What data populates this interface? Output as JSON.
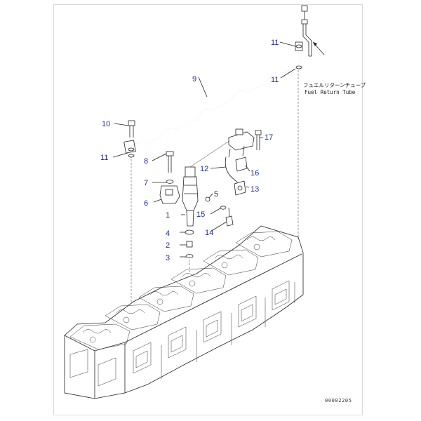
{
  "callouts": [
    {
      "id": "c1",
      "label": "1"
    },
    {
      "id": "c2",
      "label": "2"
    },
    {
      "id": "c3",
      "label": "3"
    },
    {
      "id": "c4",
      "label": "4"
    },
    {
      "id": "c5",
      "label": "5"
    },
    {
      "id": "c6",
      "label": "6"
    },
    {
      "id": "c7",
      "label": "7"
    },
    {
      "id": "c8",
      "label": "8"
    },
    {
      "id": "c9",
      "label": "9"
    },
    {
      "id": "c10",
      "label": "10"
    },
    {
      "id": "c11a",
      "label": "11"
    },
    {
      "id": "c11b",
      "label": "11"
    },
    {
      "id": "c11c",
      "label": "11"
    },
    {
      "id": "c12",
      "label": "12"
    },
    {
      "id": "c13",
      "label": "13"
    },
    {
      "id": "c14",
      "label": "14"
    },
    {
      "id": "c15",
      "label": "15"
    },
    {
      "id": "c16",
      "label": "16"
    },
    {
      "id": "c17",
      "label": "17"
    }
  ],
  "note": {
    "japanese": "フュエルリターンチューブ",
    "english": "Fuel Return Tube"
  },
  "drawing_code": "00002205",
  "colors": {
    "callout": "#1f2f8f",
    "line": "#222222",
    "frame": "#d9d9d9"
  }
}
